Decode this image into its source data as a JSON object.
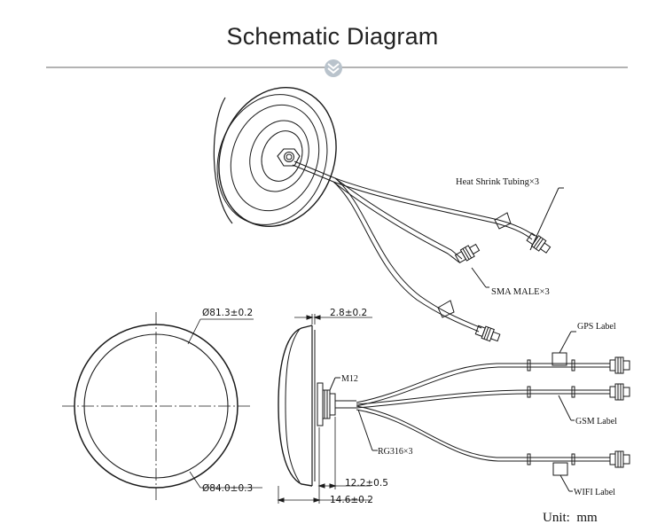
{
  "title": "Schematic Diagram",
  "labels": {
    "heat_shrink": "Heat Shrink Tubing×3",
    "sma_male": "SMA MALE×3",
    "gps": "GPS Label",
    "gsm": "GSM Label",
    "wifi": "WIFI Label",
    "rg316": "RG316×3",
    "m12": "M12"
  },
  "dimensions": {
    "d_inner": "Ø81.3±0.2",
    "d_outer": "Ø84.0±0.3",
    "t_top": "2.8±0.2",
    "w_body": "12.2±0.5",
    "w_total": "14.6±0.2"
  },
  "unit": "Unit:  mm",
  "colors": {
    "line": "#1a1a1a",
    "divider": "#9a9a9a",
    "badge": "#b9c3cc"
  }
}
